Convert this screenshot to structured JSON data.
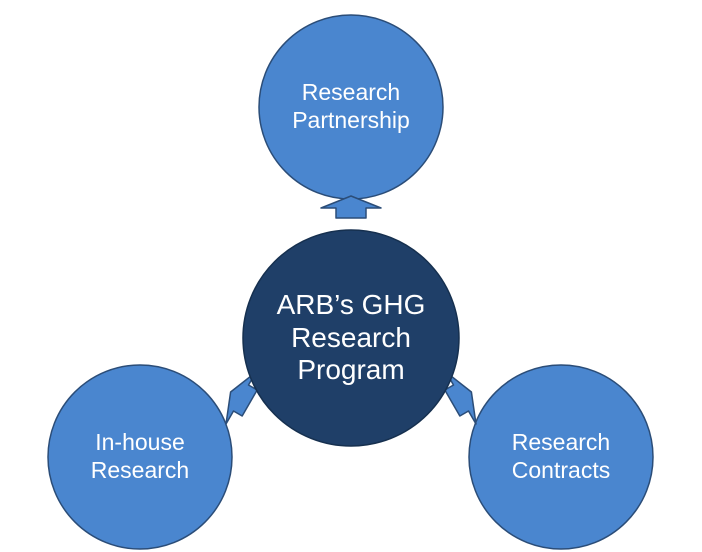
{
  "diagram": {
    "center": {
      "lines": [
        "ARB’s GHG",
        "Research",
        "Program"
      ],
      "fill": "#1f3f68"
    },
    "nodes": [
      {
        "id": "partnership",
        "lines": [
          "Research",
          "Partnership"
        ]
      },
      {
        "id": "inhouse",
        "lines": [
          "In-house",
          "Research"
        ]
      },
      {
        "id": "contracts",
        "lines": [
          "Research",
          "Contracts"
        ]
      }
    ],
    "colors": {
      "node_fill": "#4a86cf",
      "node_stroke": "#2b4d78",
      "arrow_fill": "#4a86cf",
      "arrow_stroke": "#2b4d78"
    }
  }
}
